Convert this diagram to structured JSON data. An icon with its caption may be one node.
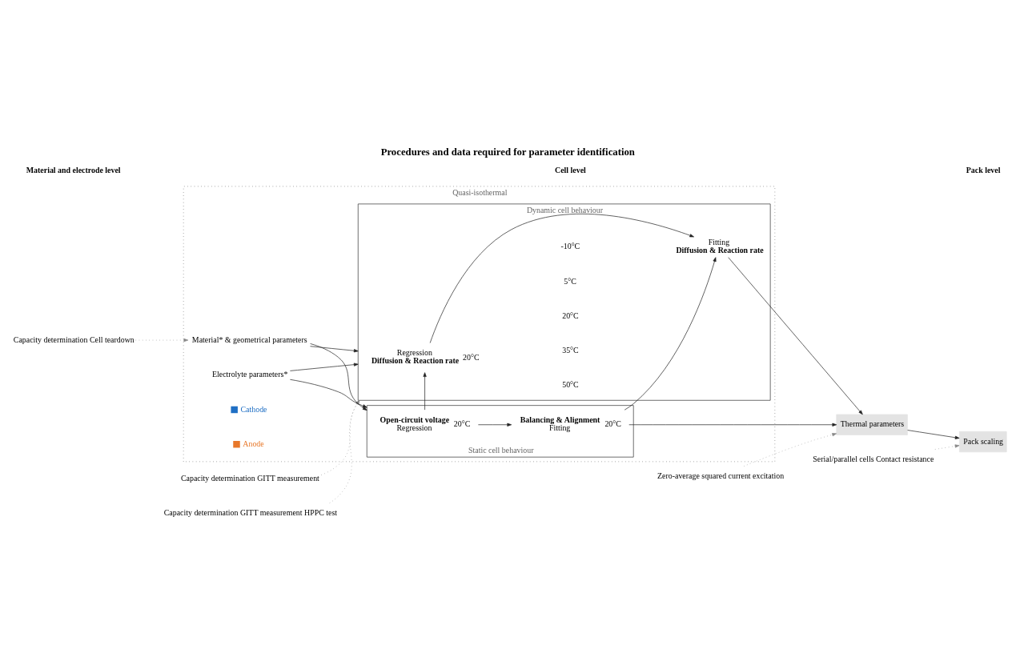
{
  "diagram": {
    "title": "Procedures and data required for parameter identification",
    "nodes": [
      {
        "text": [
          "Capacity determination Cell teardown"
        ]
      },
      {
        "text": [
          "Capacity determination GITT measurement"
        ]
      },
      {
        "text": [
          "Capacity determination GITT measurement HPPC test"
        ]
      },
      {
        "text": [
          "Zero-average squared current excitation"
        ]
      },
      {
        "text": [
          "Serial/parallel cells Contact resistance"
        ]
      },
      {
        "text": [
          "Quasi-isothermal"
        ]
      },
      {
        "text": [
          "Dynamic cell behaviour"
        ],
        "in": 5
      },
      {
        "text": [
          "Regression",
          "**Diffusion & Reaction rate**"
        ],
        "in": 6,
        "beside": [
          "20°C"
        ]
      },
      {
        "text": [
          "Fitting",
          "**Diffusion & Reaction rate**"
        ],
        "in": 6
      },
      {
        "text": [
          "Static cell behaviour"
        ],
        "in": 5
      },
      {
        "text": [
          "**Open-circuit voltage**",
          "Regression"
        ],
        "in": 9,
        "beside": [
          "20°C"
        ]
      },
      {
        "text": [
          "**Balancing & Alignment**",
          "Fitting"
        ],
        "in": 9,
        "beside": [
          "20°C"
        ]
      },
      {
        "text": [
          "Material* & geometrical parameters"
        ],
        "in": 5
      },
      {
        "text": [
          "Electrolyte parameters*"
        ],
        "in": 5
      },
      {
        "text": [
          "Thermal parameters"
        ]
      },
      {
        "text": [
          "Pack scaling"
        ]
      }
    ],
    "edges": [
      {
        "from": 0,
        "to": 12,
        "arrow": "to",
        "style": "dashed",
        "color": "#888888"
      },
      {
        "from": 1,
        "to": 6,
        "arrow": "to",
        "style": "dashed",
        "color": "#888888"
      },
      {
        "from": 2,
        "to": 6,
        "arrow": "to",
        "style": "dashed",
        "color": "#888888"
      },
      {
        "from": 3,
        "to": 14,
        "arrow": "to",
        "style": "dashed",
        "color": "#888888"
      },
      {
        "from": 4,
        "to": 15,
        "arrow": "to",
        "style": "dashed",
        "color": "#888888"
      },
      {
        "from": 12,
        "to": 6,
        "arrow": "to"
      },
      {
        "from": 12,
        "to": 9,
        "arrow": "to"
      },
      {
        "from": 13,
        "to": 6,
        "arrow": "to"
      },
      {
        "from": 13,
        "to": 9,
        "arrow": "to"
      },
      {
        "from": 7,
        "to": 8,
        "arrow": "to"
      },
      {
        "from": 10,
        "to": 11,
        "arrow": "to"
      },
      {
        "from": 10,
        "to": 7,
        "arrow": "to"
      },
      {
        "from": 11,
        "to": 8,
        "arrow": "to"
      },
      {
        "from": 8,
        "to": 14,
        "arrow": "to"
      },
      {
        "from": 11,
        "to": 14,
        "arrow": "to"
      },
      {
        "from": 14,
        "to": 15,
        "arrow": "to"
      }
    ],
    "labels": [
      "-10°C",
      "5°C",
      "20°C",
      "35°C",
      "50°C",
      "Material and electrode level",
      "Cell level",
      "Pack level"
    ],
    "legend": [
      {
        "text": "Cathode",
        "color": "#1f6fc4"
      },
      {
        "text": "Anode",
        "color": "#e8782a"
      }
    ]
  }
}
